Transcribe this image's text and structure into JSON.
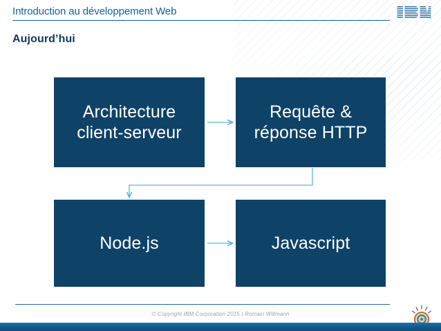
{
  "slide": {
    "header": {
      "title": "Introduction au développement Web",
      "logo_name": "IBM",
      "rule_color": "#1a5e8f"
    },
    "title": "Aujourd’hui",
    "diagram": {
      "type": "flow",
      "box_fill": "#0e4267",
      "box_text_color": "#ffffff",
      "connector_color": "#5fb3d4",
      "nodes": [
        {
          "id": "architecture",
          "line1": "Architecture",
          "line2": "client-serveur",
          "label": "Architecture client-serveur"
        },
        {
          "id": "http",
          "line1": "Requête &",
          "line2": "réponse HTTP",
          "label": "Requête & réponse HTTP"
        },
        {
          "id": "nodejs",
          "line1": "Node.js",
          "line2": "",
          "label": "Node.js"
        },
        {
          "id": "javascript",
          "line1": "Javascript",
          "line2": "",
          "label": "Javascript"
        }
      ],
      "connectors": [
        {
          "id": "arch-to-http",
          "from": "architecture",
          "to": "http",
          "direction": "right"
        },
        {
          "id": "http-to-nodejs",
          "from": "http",
          "to": "nodejs",
          "direction": "elbow-down-left"
        },
        {
          "id": "nodejs-to-js",
          "from": "nodejs",
          "to": "javascript",
          "direction": "right"
        }
      ]
    },
    "footer": {
      "copyright": "© Copyright IBM Corporation 2015 | Romain Willmann",
      "badge_name": "idea-badge-icon",
      "bar_color": "#14578a"
    }
  }
}
